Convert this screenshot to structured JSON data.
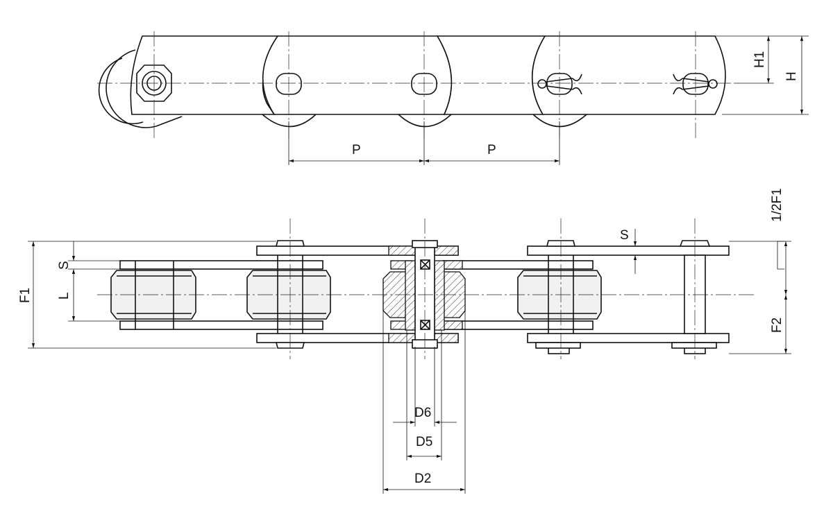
{
  "labels": {
    "pitch_left": "P",
    "pitch_right": "P",
    "h1": "H1",
    "h": "H",
    "s_right": "S",
    "half_f1": "1/2F1",
    "f1": "F1",
    "s_left": "S",
    "l": "L",
    "f2": "F2",
    "d6": "D6",
    "d5": "D5",
    "d2": "D2"
  },
  "colors": {
    "line": "#111111",
    "roller_fill": "#f1f1f1",
    "background": "#ffffff"
  }
}
